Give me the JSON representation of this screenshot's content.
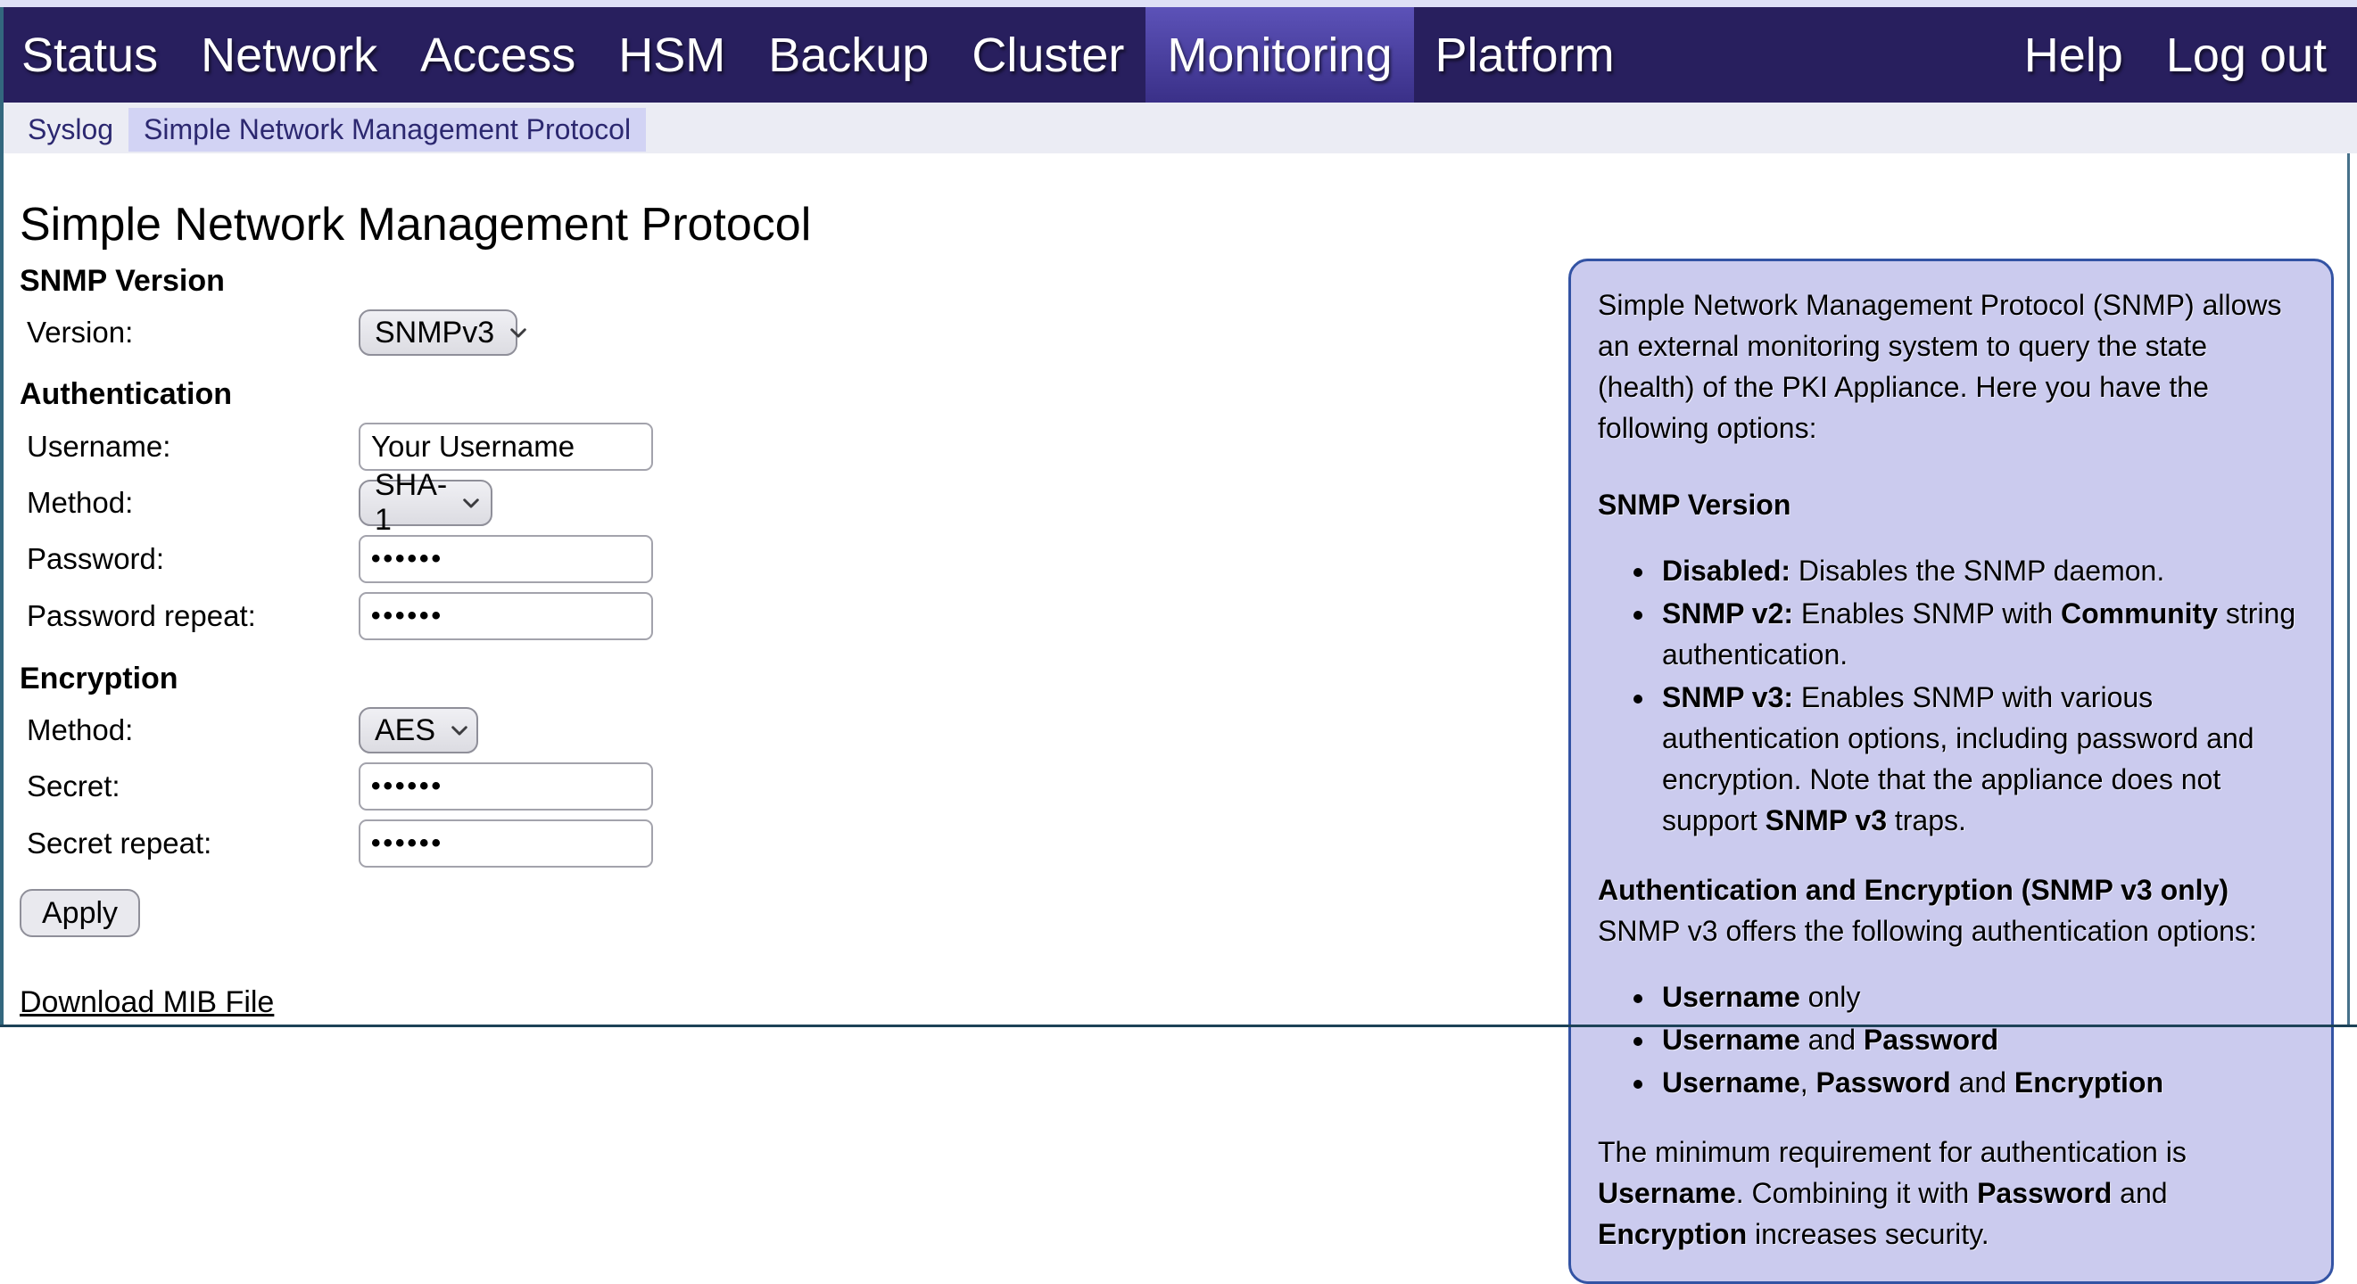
{
  "nav": {
    "items": [
      {
        "label": "Status"
      },
      {
        "label": "Network"
      },
      {
        "label": "Access"
      },
      {
        "label": "HSM"
      },
      {
        "label": "Backup"
      },
      {
        "label": "Cluster"
      },
      {
        "label": "Monitoring",
        "active": true
      },
      {
        "label": "Platform"
      }
    ],
    "right_items": [
      {
        "label": "Help"
      },
      {
        "label": "Log out"
      }
    ]
  },
  "tabs": {
    "items": [
      {
        "label": "Syslog"
      },
      {
        "label": "Simple Network Management Protocol",
        "active": true
      }
    ]
  },
  "page": {
    "title": "Simple Network Management Protocol"
  },
  "form": {
    "snmp_version": {
      "heading": "SNMP Version",
      "version_label": "Version:",
      "version_value": "SNMPv3"
    },
    "authentication": {
      "heading": "Authentication",
      "username_label": "Username:",
      "username_value": "Your Username",
      "method_label": "Method:",
      "method_value": "SHA-1",
      "password_label": "Password:",
      "password_value": "••••••",
      "password_repeat_label": "Password repeat:",
      "password_repeat_value": "••••••"
    },
    "encryption": {
      "heading": "Encryption",
      "method_label": "Method:",
      "method_value": "AES",
      "secret_label": "Secret:",
      "secret_value": "••••••",
      "secret_repeat_label": "Secret repeat:",
      "secret_repeat_value": "••••••"
    },
    "apply_label": "Apply",
    "download_link_label": "Download MIB File"
  },
  "help_panel": {
    "intro": [
      {
        "t": "Simple Network Management Protocol (SNMP) allows an external monitoring system to query the state (health) of the PKI Appliance. Here you have the following options:"
      }
    ],
    "section1_heading": "SNMP Version",
    "bullets1": [
      [
        {
          "t": "Disabled:",
          "b": true
        },
        {
          "t": " Disables the SNMP daemon."
        }
      ],
      [
        {
          "t": "SNMP v2:",
          "b": true
        },
        {
          "t": " Enables SNMP with "
        },
        {
          "t": "Community",
          "b": true
        },
        {
          "t": " string authentication."
        }
      ],
      [
        {
          "t": "SNMP v3:",
          "b": true
        },
        {
          "t": " Enables SNMP with various authentication options, including password and encryption. Note that the appliance does not support "
        },
        {
          "t": "SNMP v3",
          "b": true
        },
        {
          "t": " traps."
        }
      ]
    ],
    "section2_heading": "Authentication and Encryption (SNMP v3 only)",
    "section2_sub": "SNMP v3 offers the following authentication options:",
    "bullets2": [
      [
        {
          "t": "Username",
          "b": true
        },
        {
          "t": " only"
        }
      ],
      [
        {
          "t": "Username",
          "b": true
        },
        {
          "t": " and "
        },
        {
          "t": "Password",
          "b": true
        }
      ],
      [
        {
          "t": "Username",
          "b": true
        },
        {
          "t": ", "
        },
        {
          "t": "Password",
          "b": true
        },
        {
          "t": " and "
        },
        {
          "t": "Encryption",
          "b": true
        }
      ]
    ],
    "footer": [
      {
        "t": "The minimum requirement for authentication is "
      },
      {
        "t": "Username",
        "b": true
      },
      {
        "t": ". Combining it with "
      },
      {
        "t": "Password",
        "b": true
      },
      {
        "t": " and "
      },
      {
        "t": "Encryption",
        "b": true
      },
      {
        "t": " increases security."
      }
    ]
  },
  "colors": {
    "navbar_bg": "#281f5e",
    "nav_active_bg": "#4a41a1",
    "tabbar_bg": "#ebecf4",
    "tab_active_bg": "#d2d3f4",
    "panel_bg": "#cbcbee",
    "panel_border": "#3353a4"
  }
}
